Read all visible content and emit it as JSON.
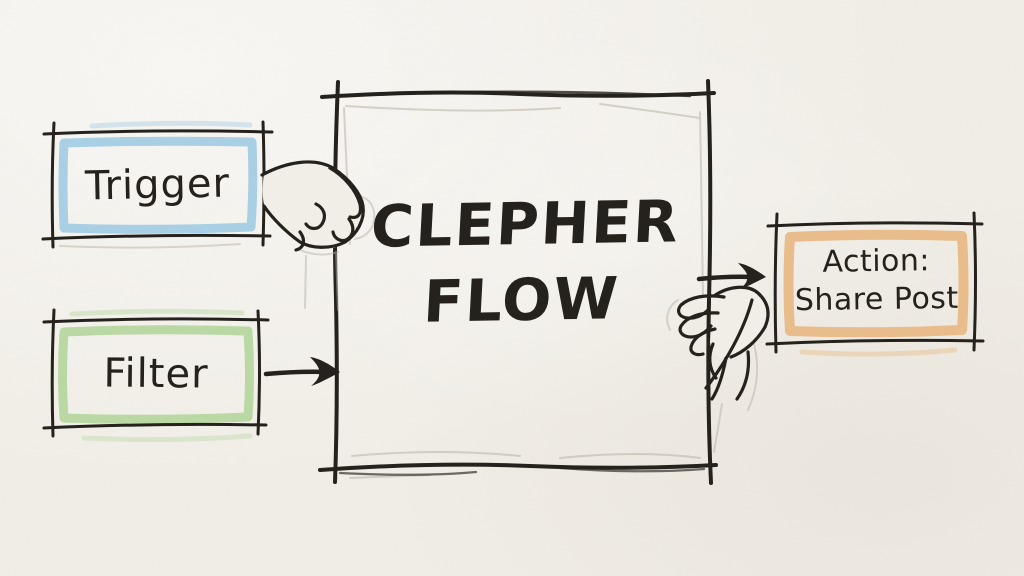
{
  "palette": {
    "paper": "#f1eee7",
    "ink": "#25221d",
    "trigger_accent": "#a9cfe4",
    "filter_accent": "#b9d8a4",
    "action_accent": "#e9bc8b"
  },
  "nodes": {
    "trigger": {
      "label": "Trigger",
      "accent": "#a9cfe4"
    },
    "filter": {
      "label": "Filter",
      "accent": "#b9d8a4"
    },
    "flow": {
      "lines": [
        "CLEPHER",
        "FLOW"
      ]
    },
    "action": {
      "lines": [
        "Action:",
        "Share Post"
      ],
      "accent": "#e9bc8b"
    }
  },
  "connections": [
    {
      "from": "Filter",
      "to": "Clepher Flow",
      "type": "arrow"
    },
    {
      "from": "Clepher Flow",
      "to": "Action: Share Post",
      "type": "arrow"
    },
    {
      "from": "Trigger",
      "to": "Clepher Flow",
      "type": "hand"
    }
  ],
  "illustrations": [
    {
      "name": "hand-holding-left-edge"
    },
    {
      "name": "hand-holding-right-edge"
    }
  ]
}
